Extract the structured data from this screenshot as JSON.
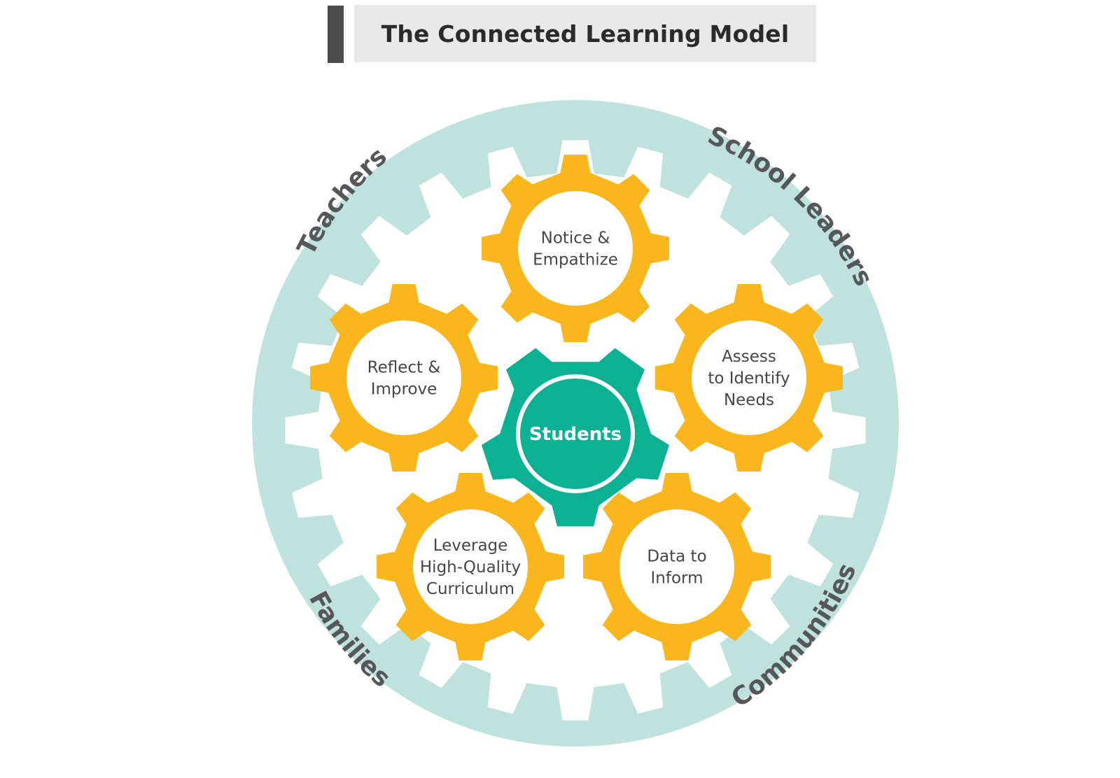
{
  "title": "The Connected Learning Model",
  "colors": {
    "ring": "#bfe3dc",
    "outer_gear": "#ffffff",
    "gear": "#f9b71d",
    "gear_hole": "#ffffff",
    "center_gear": "#0cb194",
    "center_outline": "#ffffff",
    "text": "#444649",
    "title_bar": "#4b4c4e",
    "title_box": "#e9e9e9"
  },
  "center": {
    "label": "Students",
    "icon": "gear-icon"
  },
  "gears": [
    {
      "id": "notice",
      "lines": [
        "Notice &",
        "Empathize"
      ],
      "icon": "gear-icon"
    },
    {
      "id": "assess",
      "lines": [
        "Assess",
        "to Identify",
        "Needs"
      ],
      "icon": "gear-icon"
    },
    {
      "id": "data",
      "lines": [
        "Data to",
        "Inform"
      ],
      "icon": "gear-icon"
    },
    {
      "id": "leverage",
      "lines": [
        "Leverage",
        "High-Quality",
        "Curriculum"
      ],
      "icon": "gear-icon"
    },
    {
      "id": "reflect",
      "lines": [
        "Reflect &",
        "Improve"
      ],
      "icon": "gear-icon"
    }
  ],
  "ring_labels": {
    "teachers": "Teachers",
    "school_leaders": "School Leaders",
    "families": "Families",
    "communities": "Communities"
  }
}
